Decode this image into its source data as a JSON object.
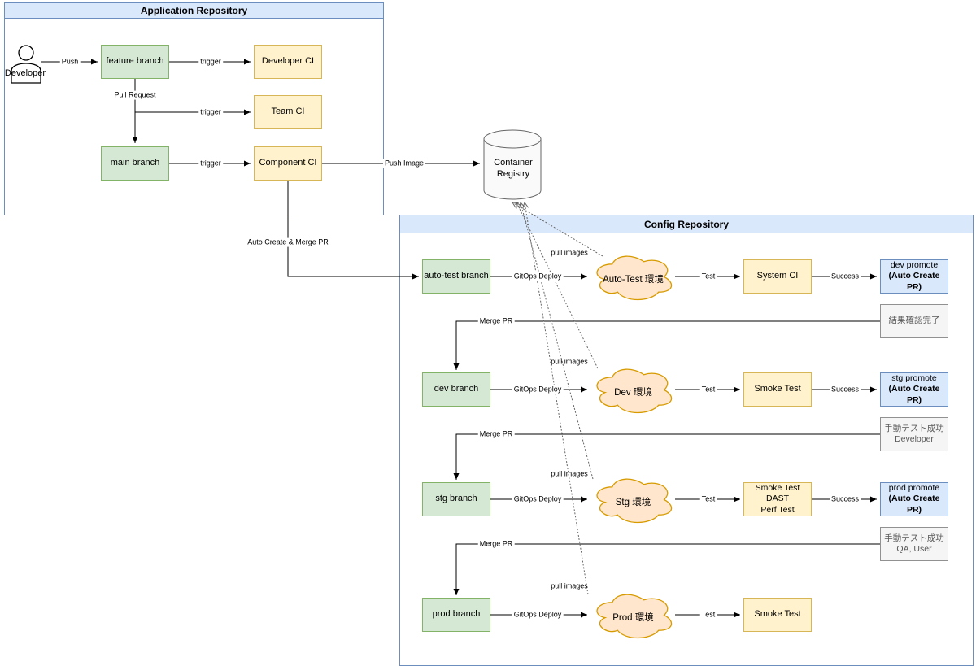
{
  "app_repo": {
    "title": "Application Repository",
    "actor_label": "Developer",
    "nodes": {
      "feature_branch": "feature branch",
      "developer_ci": "Developer CI",
      "team_ci": "Team CI",
      "main_branch": "main branch",
      "component_ci": "Component CI"
    },
    "edges": {
      "push": "Push",
      "trigger_feature": "trigger",
      "pull_request": "Pull Request",
      "trigger_team": "trigger",
      "trigger_main": "trigger",
      "push_image": "Push Image",
      "auto_create_merge_pr": "Auto Create & Merge PR"
    }
  },
  "registry": {
    "line1": "Container",
    "line2": "Registry"
  },
  "config_repo": {
    "title": "Config Repository",
    "rows": [
      {
        "branch": "auto-test branch",
        "edge_gitops": "GitOps Deploy",
        "edge_pull_images": "pull images",
        "env": "Auto-Test 環境",
        "edge_test": "Test",
        "ci_lines": [
          "System CI"
        ],
        "edge_success": "Success",
        "promote_line1": "dev promote",
        "promote_line2": "(Auto Create PR)"
      },
      {
        "branch": "dev branch",
        "edge_gitops": "GitOps Deploy",
        "edge_pull_images": "pull images",
        "env": "Dev 環境",
        "edge_test": "Test",
        "ci_lines": [
          "Smoke Test"
        ],
        "edge_success": "Success",
        "promote_line1": "stg promote",
        "promote_line2": "(Auto Create PR)"
      },
      {
        "branch": "stg branch",
        "edge_gitops": "GitOps Deploy",
        "edge_pull_images": "pull images",
        "env": "Stg 環境",
        "edge_test": "Test",
        "ci_lines": [
          "Smoke Test",
          "DAST",
          "Perf Test"
        ],
        "edge_success": "Success",
        "promote_line1": "prod promote",
        "promote_line2": "(Auto Create PR)"
      },
      {
        "branch": "prod branch",
        "edge_gitops": "GitOps Deploy",
        "edge_pull_images": "pull images",
        "env": "Prod 環境",
        "edge_test": "Test",
        "ci_lines": [
          "Smoke Test"
        ]
      }
    ],
    "gates": [
      {
        "lines": [
          "結果確認完了"
        ],
        "edge_merge_pr": "Merge PR"
      },
      {
        "lines": [
          "手動テスト成功",
          "Developer"
        ],
        "edge_merge_pr": "Merge PR"
      },
      {
        "lines": [
          "手動テスト成功",
          "QA, User"
        ],
        "edge_merge_pr": "Merge PR"
      }
    ]
  },
  "colors": {
    "branch_fill": "#d5e8d4",
    "branch_stroke": "#82b366",
    "ci_fill": "#fff2cc",
    "ci_stroke": "#d6b656",
    "env_fill": "#ffe6cc",
    "env_stroke": "#d79b00",
    "promote_fill": "#dae8fc",
    "promote_stroke": "#6c8ebf",
    "gate_fill": "#f5f5f5",
    "gate_stroke": "#919191"
  }
}
